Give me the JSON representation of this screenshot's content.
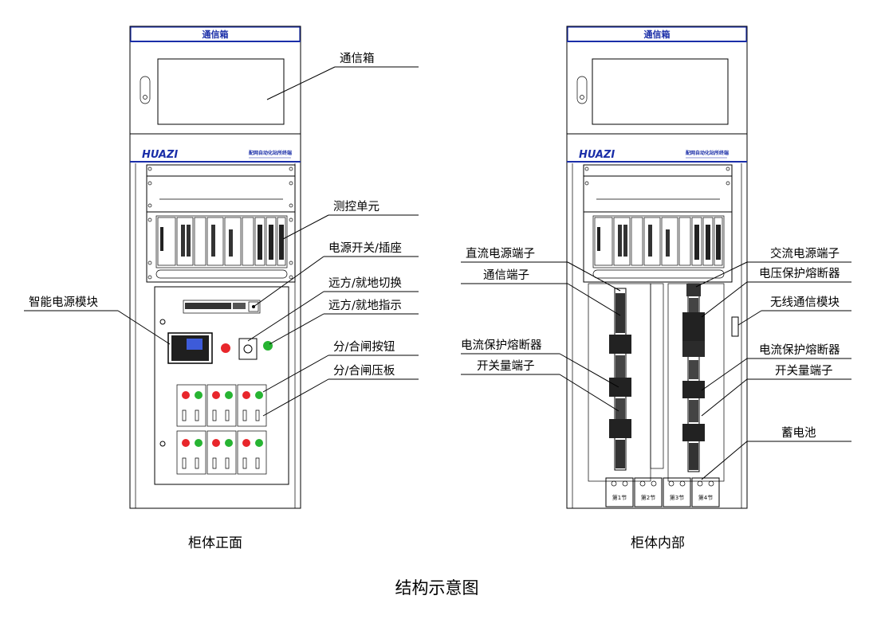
{
  "header_label": "通信箱",
  "brand": "HUAZI",
  "brand_subtitle": "配网自动化站所终端",
  "front": {
    "caption": "柜体正面",
    "callouts": [
      "通信箱",
      "测控单元",
      "电源开关/插座",
      "远方/就地切换",
      "远方/就地指示",
      "分/合闸按钮",
      "分/合闸压板",
      "智能电源模块"
    ]
  },
  "inside": {
    "caption": "柜体内部",
    "callouts": [
      "直流电源端子",
      "通信端子",
      "电流保护熔断器",
      "开关量端子",
      "交流电源端子",
      "电压保护熔断器",
      "无线通信模块",
      "电流保护熔断器",
      "开关量端子",
      "蓄电池"
    ],
    "batteries": [
      "第1节",
      "第2节",
      "第3节",
      "第4节"
    ]
  },
  "title": "结构示意图",
  "colors": {
    "accent": "#1a2ea8",
    "red": "#e8262b",
    "green": "#27b432"
  }
}
